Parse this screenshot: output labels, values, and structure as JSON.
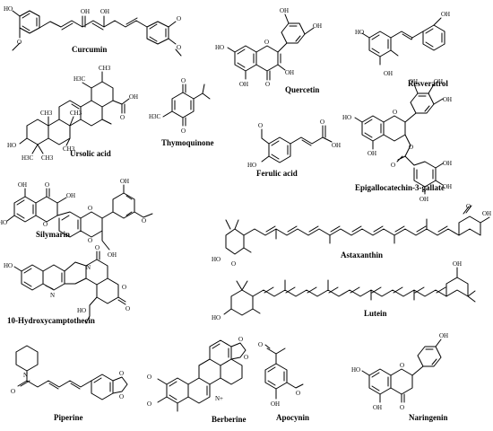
{
  "compounds": {
    "curcumin": {
      "name": "Curcumin",
      "atoms": [
        "HO",
        "O",
        "OH",
        "OH",
        "O",
        "O"
      ]
    },
    "quercetin": {
      "name": "Quercetin",
      "atoms": [
        "OH",
        "OH",
        "HO",
        "O",
        "OH",
        "OH",
        "O"
      ]
    },
    "resveratrol": {
      "name": "Resveratrol",
      "atoms": [
        "HO",
        "OH",
        "OH"
      ]
    },
    "ursolic": {
      "name": "Ursolic acid",
      "atoms": [
        "H3C",
        "CH3",
        "CH3",
        "CH3",
        "CH3",
        "HO",
        "OH",
        "O",
        "H3C",
        "CH3"
      ]
    },
    "thymoquinone": {
      "name": "Thymoquinone",
      "atoms": [
        "O",
        "O",
        "H3C"
      ]
    },
    "ferulic": {
      "name": "Ferulic acid",
      "atoms": [
        "O",
        "HO",
        "O",
        "OH"
      ]
    },
    "egcg": {
      "name": "Epigallocatechin-3-gallate",
      "atoms": [
        "OH",
        "OH",
        "HO",
        "O",
        "OH",
        "OH",
        "O",
        "O",
        "OH",
        "OH",
        "OH"
      ]
    },
    "silymarin": {
      "name": "Silymarin",
      "atoms": [
        "OH",
        "O",
        "OH",
        "HO",
        "O",
        "O",
        "O",
        "O",
        "OH",
        "OH"
      ]
    },
    "astaxanthin": {
      "name": "Astaxanthin",
      "atoms": [
        "O",
        "OH",
        "HO",
        "O"
      ]
    },
    "hcpt": {
      "name": "10-Hydroxycamptothecin",
      "atoms": [
        "HO",
        "N",
        "N",
        "O",
        "O",
        "HO",
        "O"
      ]
    },
    "lutein": {
      "name": "Lutein",
      "atoms": [
        "OH",
        "HO"
      ]
    },
    "piperine": {
      "name": "Piperine",
      "atoms": [
        "N",
        "O",
        "O",
        "O"
      ]
    },
    "berberine": {
      "name": "Berberine",
      "atoms": [
        "O",
        "O",
        "O",
        "O",
        "N+"
      ]
    },
    "apocynin": {
      "name": "Apocynin",
      "atoms": [
        "O",
        "O",
        "OH"
      ]
    },
    "naringenin": {
      "name": "Naringenin",
      "atoms": [
        "OH",
        "HO",
        "O",
        "OH",
        "O"
      ]
    }
  }
}
